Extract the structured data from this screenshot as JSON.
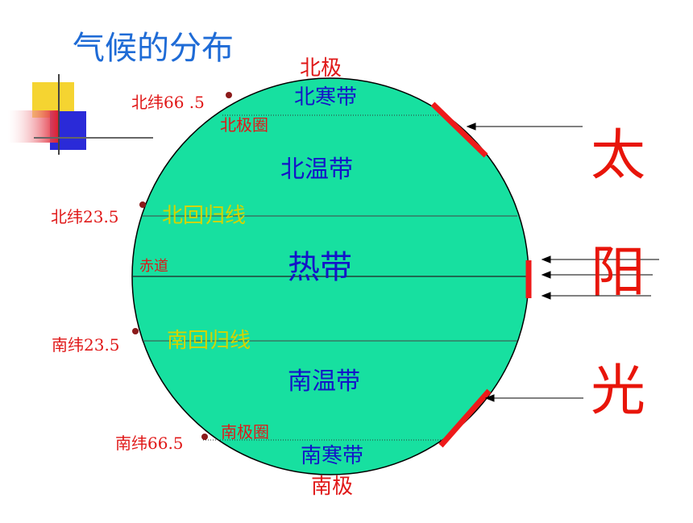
{
  "title": "气候的分布",
  "poles": {
    "north": "北极",
    "south": "南极"
  },
  "zones": {
    "north_frigid": "北寒带",
    "north_temperate": "北温带",
    "tropical": "热带",
    "south_temperate": "南温带",
    "south_frigid": "南寒带"
  },
  "lines": {
    "arctic_circle": "北极圈",
    "tropic_cancer": "北回归线",
    "equator": "赤道",
    "tropic_capricorn": "南回归线",
    "antarctic_circle": "南极圈"
  },
  "latitudes": {
    "n665": "北纬66 .5",
    "n235": "北纬23.5",
    "s235": "南纬23.5",
    "s665": "南纬66.5"
  },
  "sun": [
    "太",
    "阳",
    "光"
  ],
  "colors": {
    "globe": "#17E0A0",
    "red": "#E01818",
    "blue": "#1414C8",
    "yellow": "#D4D400",
    "title": "#1E6BD6"
  }
}
